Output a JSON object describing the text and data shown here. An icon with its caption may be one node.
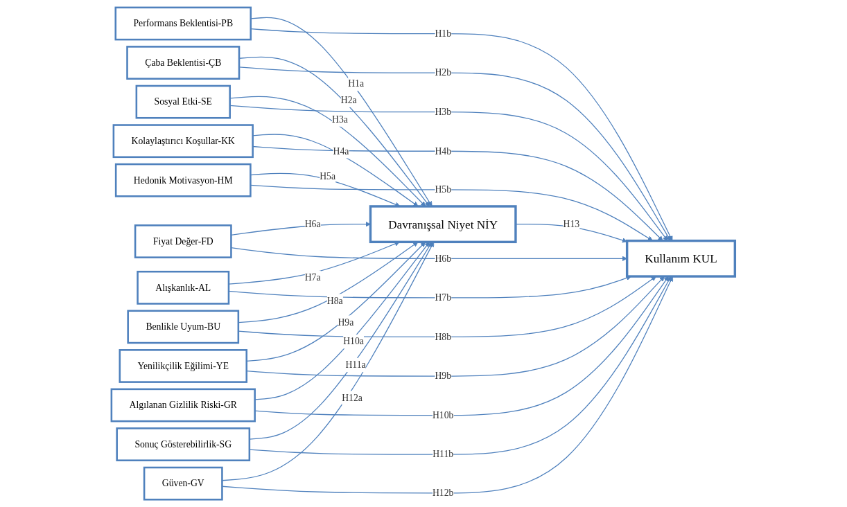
{
  "diagram": {
    "nodes": [
      {
        "text": [
          "Performans Beklentisi-PB"
        ]
      },
      {
        "text": [
          "Çaba Beklentisi-ÇB"
        ]
      },
      {
        "text": [
          "Sosyal Etki-SE"
        ]
      },
      {
        "text": [
          "Kolaylaştırıcı Koşullar-KK"
        ]
      },
      {
        "text": [
          "Hedonik Motivasyon-HM"
        ]
      },
      {
        "text": [
          "Fiyat Değer-FD"
        ]
      },
      {
        "text": [
          "Alışkanlık-AL"
        ]
      },
      {
        "text": [
          "Davranışsal Niyet NİY"
        ]
      },
      {
        "text": [
          "Kullanım KUL"
        ]
      },
      {
        "text": [
          "Benlikle Uyum-BU"
        ]
      },
      {
        "text": [
          "Yenilikçilik Eğilimi-YE"
        ]
      },
      {
        "text": [
          "Algılanan Gizlilik Riski-GR"
        ]
      },
      {
        "text": [
          "Sonuç Gösterebilirlik-SG"
        ]
      },
      {
        "text": [
          "Güven-GV"
        ]
      }
    ],
    "edges": [
      {
        "from": 0,
        "to": 7,
        "arrow": "to",
        "label": "H1a"
      },
      {
        "from": 0,
        "to": 8,
        "arrow": "to",
        "label": "H1b"
      },
      {
        "from": 1,
        "to": 7,
        "arrow": "to",
        "label": "H2a"
      },
      {
        "from": 1,
        "to": 8,
        "arrow": "to",
        "label": "H2b"
      },
      {
        "from": 2,
        "to": 7,
        "arrow": "to",
        "label": "H3a"
      },
      {
        "from": 2,
        "to": 8,
        "arrow": "to",
        "label": "H3b"
      },
      {
        "from": 3,
        "to": 7,
        "arrow": "to",
        "label": "H4a"
      },
      {
        "from": 3,
        "to": 8,
        "arrow": "to",
        "label": "H4b"
      },
      {
        "from": 4,
        "to": 7,
        "arrow": "to",
        "label": "H5a"
      },
      {
        "from": 4,
        "to": 8,
        "arrow": "to",
        "label": "H5b"
      },
      {
        "from": 5,
        "to": 7,
        "arrow": "to",
        "label": "H6a"
      },
      {
        "from": 5,
        "to": 8,
        "arrow": "to",
        "label": "H6b"
      },
      {
        "from": 6,
        "to": 7,
        "arrow": "to",
        "label": "H7a"
      },
      {
        "from": 6,
        "to": 8,
        "arrow": "to",
        "label": "H7b"
      },
      {
        "from": 9,
        "to": 7,
        "arrow": "to",
        "label": "H8a"
      },
      {
        "from": 9,
        "to": 8,
        "arrow": "to",
        "label": "H8b"
      },
      {
        "from": 10,
        "to": 7,
        "arrow": "to",
        "label": "H9a"
      },
      {
        "from": 10,
        "to": 8,
        "arrow": "to",
        "label": "H9b"
      },
      {
        "from": 11,
        "to": 7,
        "arrow": "to",
        "label": "H10a"
      },
      {
        "from": 11,
        "to": 8,
        "arrow": "to",
        "label": "H10b"
      },
      {
        "from": 12,
        "to": 7,
        "arrow": "to",
        "label": "H11a"
      },
      {
        "from": 12,
        "to": 8,
        "arrow": "to",
        "label": "H11b"
      },
      {
        "from": 13,
        "to": 7,
        "arrow": "to",
        "label": "H12a"
      },
      {
        "from": 13,
        "to": 8,
        "arrow": "to",
        "label": "H12b"
      },
      {
        "from": 7,
        "to": 8,
        "arrow": "to",
        "label": "H13"
      }
    ]
  }
}
